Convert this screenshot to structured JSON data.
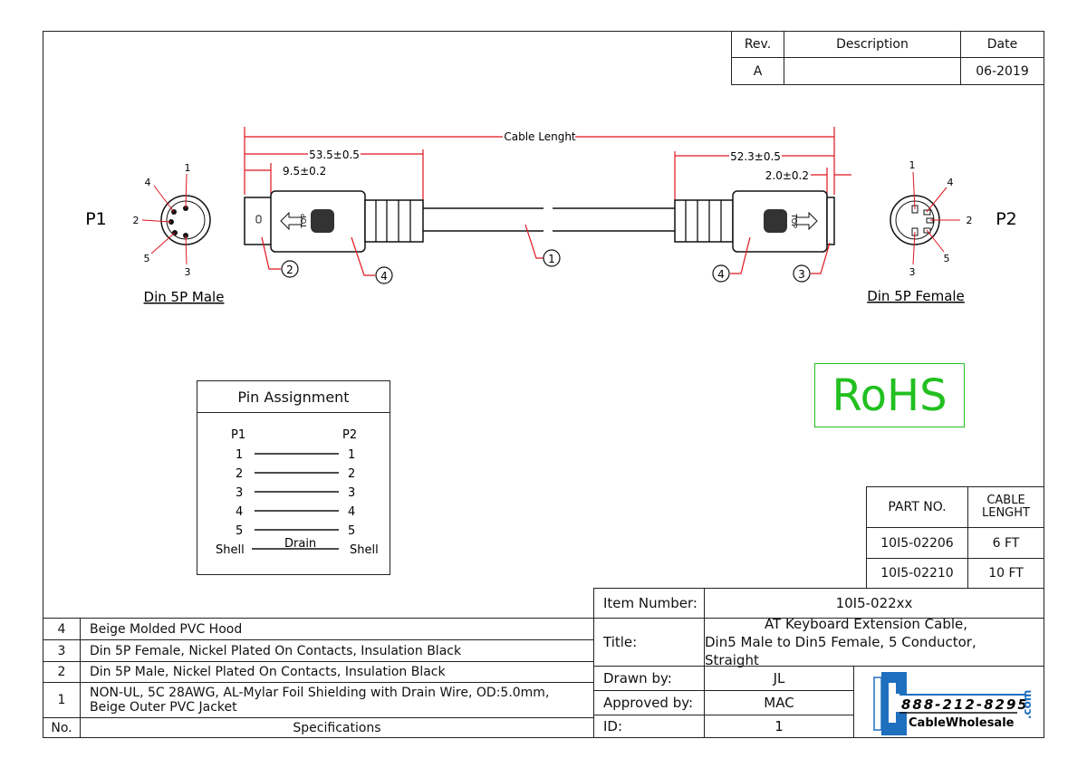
{
  "revision_table": {
    "headers": [
      "Rev.",
      "Description",
      "Date"
    ],
    "rev": "A",
    "description": "",
    "date": "06-2019"
  },
  "drawing": {
    "p1_label": "P1",
    "p2_label": "P2",
    "p1_name": "Din 5P Male",
    "p2_name": "Din 5P Female",
    "p1_pins": [
      "1",
      "4",
      "2",
      "5",
      "3"
    ],
    "p2_pins": [
      "1",
      "4",
      "2",
      "5",
      "3"
    ],
    "dim_cable_length": "Cable Lenght",
    "dim_left_overall": "53.5±0.5",
    "dim_left_plug": "9.5±0.2",
    "dim_right_overall": "52.3±0.5",
    "dim_right_plug": "2.0±0.2",
    "top_label": "TOP",
    "callouts": [
      "1",
      "2",
      "3",
      "4",
      "4"
    ],
    "accent_color": "#e0141e"
  },
  "pin_assignment": {
    "title": "Pin Assignment",
    "col1": "P1",
    "col2": "P2",
    "rows": [
      [
        "1",
        "1"
      ],
      [
        "2",
        "2"
      ],
      [
        "3",
        "3"
      ],
      [
        "4",
        "4"
      ],
      [
        "5",
        "5"
      ]
    ],
    "shell": {
      "left": "Shell",
      "mid": "Drain",
      "right": "Shell"
    }
  },
  "rohs": {
    "label": "RoHS",
    "color": "#22c020"
  },
  "part_table": {
    "headers": [
      "PART NO.",
      "CABLE LENGHT"
    ],
    "rows": [
      [
        "10I5-02206",
        "6 FT"
      ],
      [
        "10I5-02210",
        "10 FT"
      ]
    ]
  },
  "specs": {
    "rows": [
      {
        "no": "4",
        "text": "Beige Molded PVC Hood"
      },
      {
        "no": "3",
        "text": "Din 5P Female, Nickel Plated On Contacts, Insulation Black"
      },
      {
        "no": "2",
        "text": "Din 5P Male, Nickel Plated On Contacts, Insulation Black"
      },
      {
        "no": "1",
        "text": "NON-UL, 5C 28AWG, AL-Mylar Foil Shielding with Drain Wire, OD:5.0mm,",
        "text2": "Beige Outer PVC Jacket"
      }
    ],
    "header_no": "No.",
    "header_spec": "Specifications"
  },
  "title_block": {
    "item_number_label": "Item Number:",
    "item_number": "10I5-022xx",
    "title_label": "Title:",
    "title_line1": "AT Keyboard Extension Cable,",
    "title_line2": "Din5 Male to Din5 Female, 5 Conductor, Straight",
    "drawn_by_label": "Drawn by:",
    "drawn_by": "JL",
    "approved_by_label": "Approved by:",
    "approved_by": "MAC",
    "id_label": "ID:",
    "id": "1"
  },
  "logo": {
    "phone": "888-212-8295",
    "brand": "CableWholesale",
    "tld": ".com",
    "color": "#1f6fbf"
  }
}
